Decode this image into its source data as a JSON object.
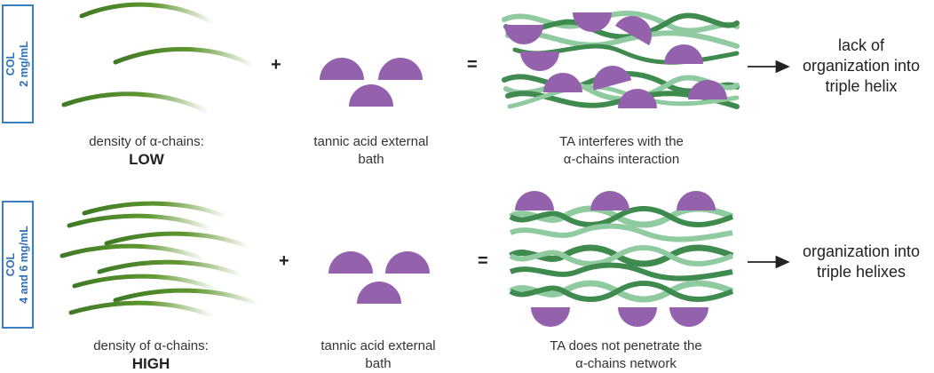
{
  "rows": [
    {
      "side_label_line1": "COL",
      "side_label_line2": "2 mg/mL",
      "density_label": "density of α-chains:",
      "density_value": "LOW",
      "bath_label_line1": "tannic acid external",
      "bath_label_line2": "bath",
      "plus": "+",
      "equals": "=",
      "result_label_line1": "TA interferes with the",
      "result_label_line2": "α-chains interaction",
      "outcome_line1": "lack of",
      "outcome_line2": "organization into",
      "outcome_line3": "triple helix"
    },
    {
      "side_label_line1": "COL",
      "side_label_line2": "4 and 6 mg/mL",
      "density_label": "density of α-chains:",
      "density_value": "HIGH",
      "bath_label_line1": "tannic acid external",
      "bath_label_line2": "bath",
      "plus": "+",
      "equals": "=",
      "result_label_line1": "TA does not penetrate the",
      "result_label_line2": "α-chains network",
      "outcome_line1": "organization into",
      "outcome_line2": "triple helixes"
    }
  ],
  "colors": {
    "chain_dark": "#3f7a25",
    "chain_light": "#a8cc8f",
    "helix_dark": "#3f8a4e",
    "helix_light": "#8fcaa0",
    "tannic_acid": "#9462ad",
    "side_border": "#3a7fc1",
    "arrow": "#222222"
  }
}
